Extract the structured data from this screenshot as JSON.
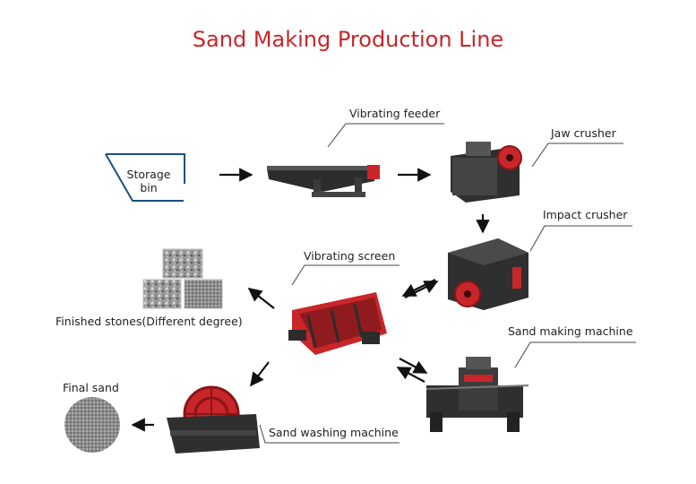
{
  "title": "Sand Making Production Line",
  "labels": {
    "storage_bin_line1": "Storage",
    "storage_bin_line2": "bin",
    "vibrating_feeder": "Vibrating feeder",
    "jaw_crusher": "Jaw crusher",
    "impact_crusher": "Impact crusher",
    "vibrating_screen": "Vibrating screen",
    "finished_stones": "Finished stones(Different degree)",
    "sand_making_machine": "Sand making machine",
    "final_sand": "Final sand",
    "sand_washing_machine": "Sand washing machine"
  },
  "colors": {
    "title": "#c8262a",
    "machine_red": "#c8262a",
    "machine_dark": "#2c2c2c",
    "arrow": "#111111",
    "storage_outline": "#1a4f82"
  },
  "icons": [
    "storage-bin-icon",
    "vibrating-feeder-icon",
    "jaw-crusher-icon",
    "impact-crusher-icon",
    "vibrating-screen-icon",
    "sand-making-machine-icon",
    "sand-washing-machine-icon",
    "finished-stones-icon",
    "final-sand-icon"
  ]
}
